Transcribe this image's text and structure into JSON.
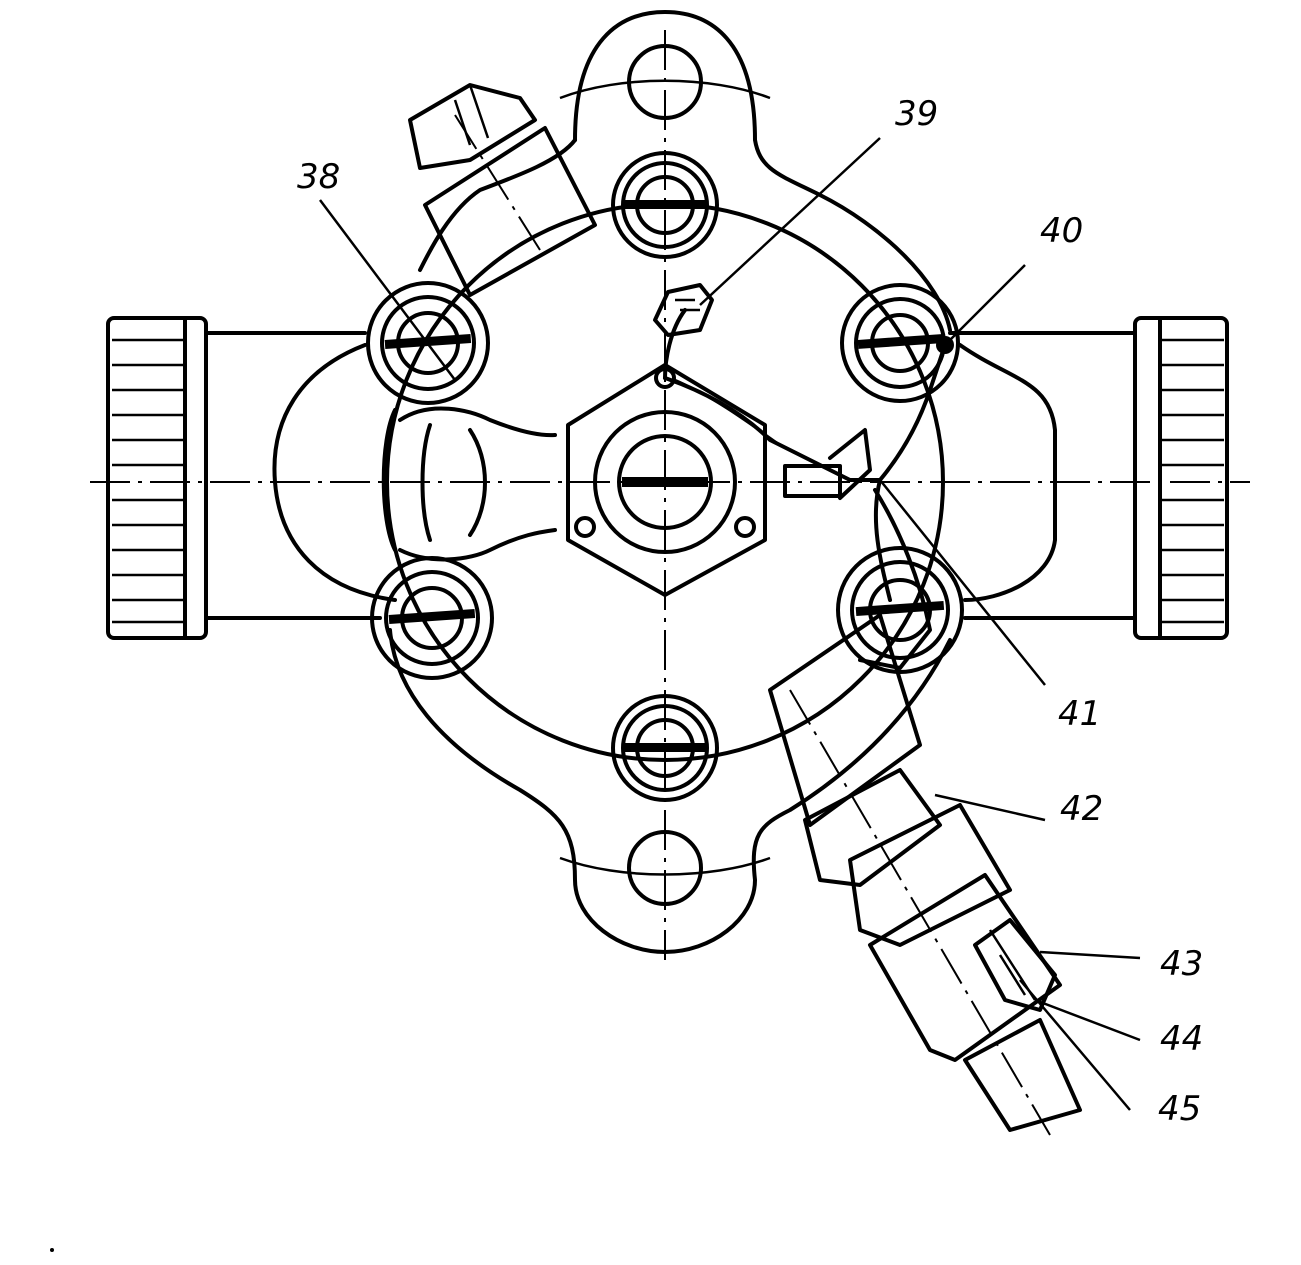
{
  "callouts": [
    {
      "id": "38",
      "label": "38"
    },
    {
      "id": "39",
      "label": "39"
    },
    {
      "id": "40",
      "label": "40"
    },
    {
      "id": "41",
      "label": "41"
    },
    {
      "id": "42",
      "label": "42"
    },
    {
      "id": "43",
      "label": "43"
    },
    {
      "id": "44",
      "label": "44"
    },
    {
      "id": "45",
      "label": "45"
    }
  ],
  "colors": {
    "ink": "#000000",
    "paper": "#ffffff"
  }
}
